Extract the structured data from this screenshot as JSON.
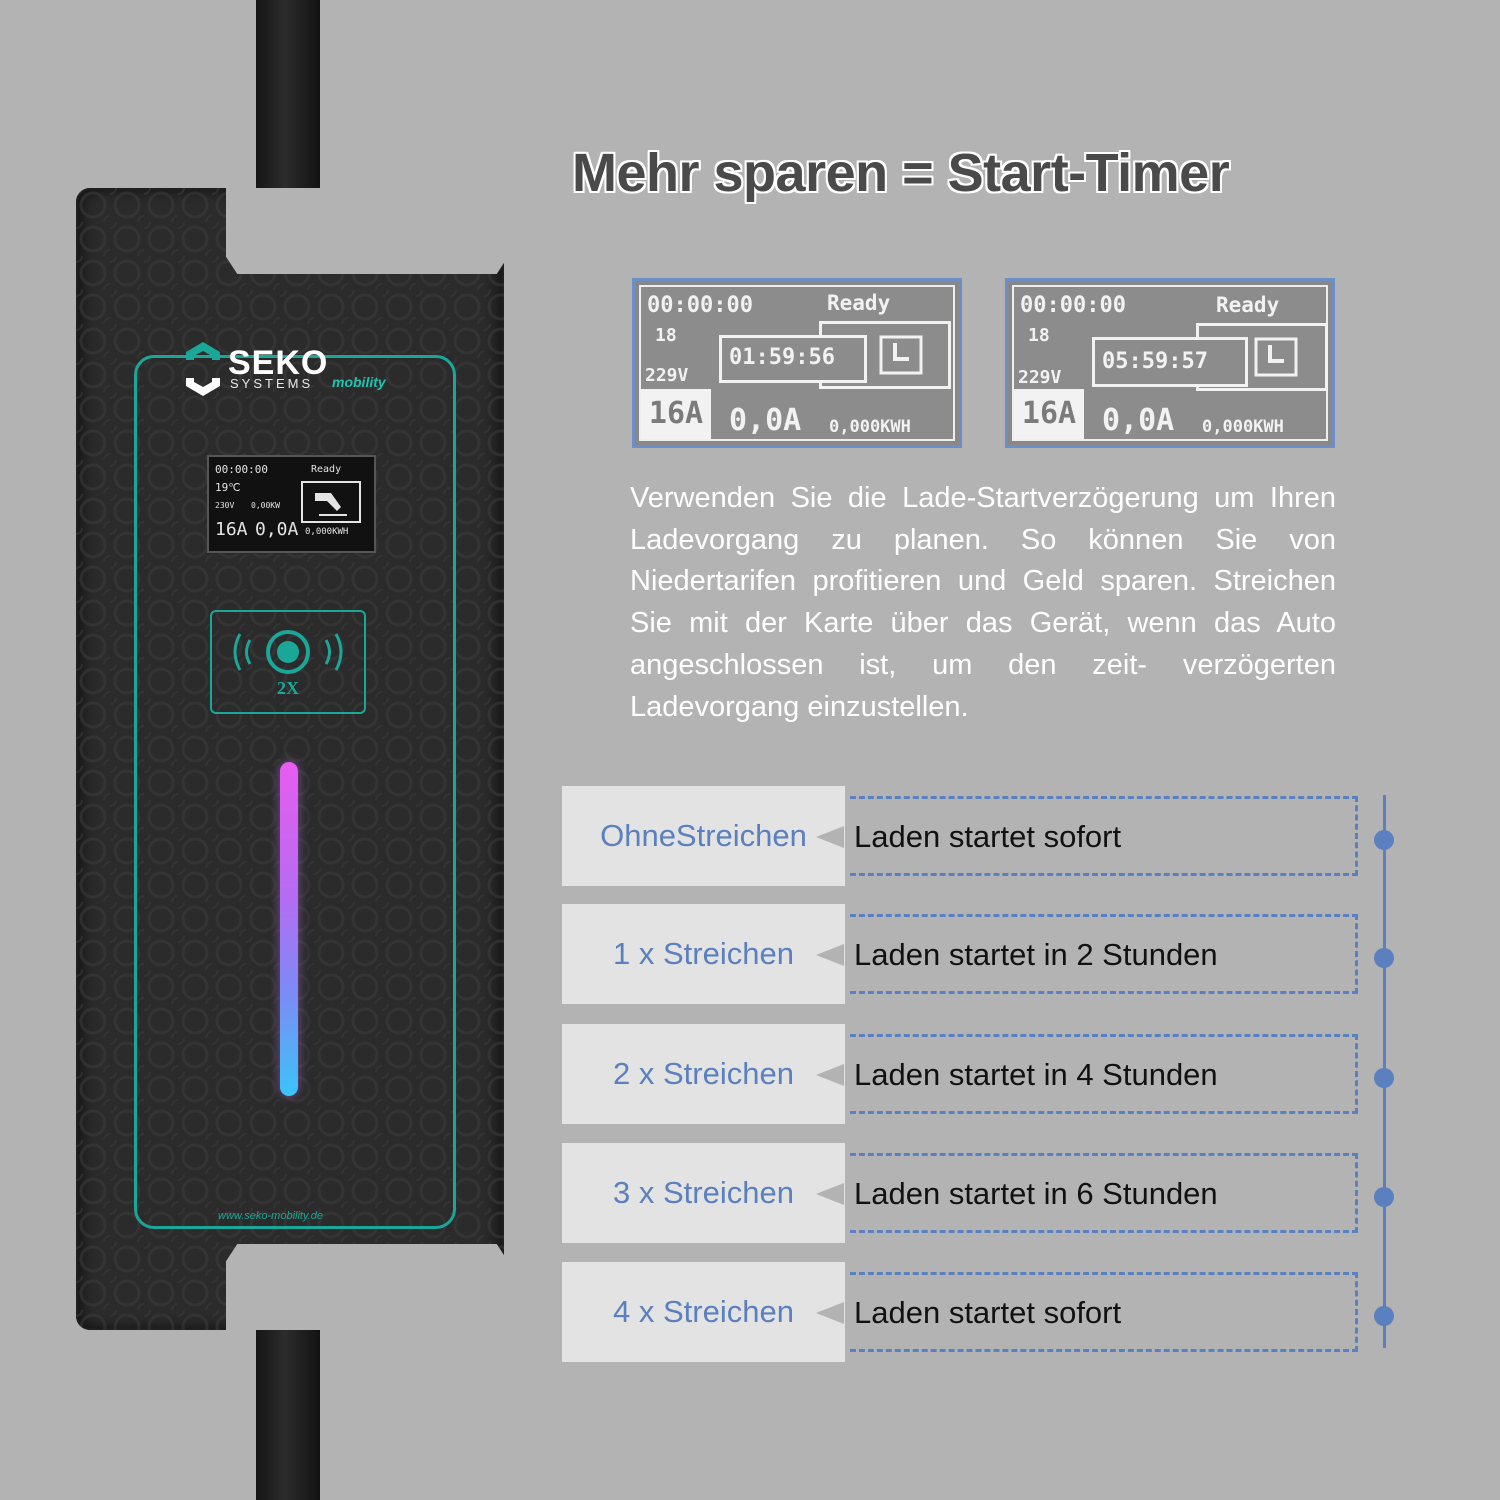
{
  "headline": "Mehr sparen = Start-Timer",
  "brand": {
    "name": "SEKO",
    "sub": "SYSTEMS",
    "suffix": "mobility",
    "url": "www.seko-mobility.de"
  },
  "device_display": {
    "time": "00:00:00",
    "status": "Ready",
    "temperature": "19℃",
    "voltage": "230V",
    "energy_small": "0,00KW",
    "amps_set": "16A",
    "amps_live": "0,0A",
    "energy": "0,000KWH"
  },
  "rfid_label": "2X",
  "timer_screens": [
    {
      "time": "00:00:00",
      "status": "Ready",
      "temperature": "18",
      "countdown": "01:59:56",
      "voltage": "229V",
      "amps_set": "16A",
      "amps_live": "0,0A",
      "energy": "0,000KWH"
    },
    {
      "time": "00:00:00",
      "status": "Ready",
      "temperature": "18",
      "countdown": "05:59:57",
      "voltage": "229V",
      "amps_set": "16A",
      "amps_live": "0,0A",
      "energy": "0,000KWH"
    }
  ],
  "paragraph": "Verwenden Sie die Lade-Startverzögerung um Ihren Ladevorgang zu planen. So können Sie von Niedertarifen profitieren und Geld sparen. Streichen Sie mit der Karte über das Gerät, wenn das Auto angeschlossen ist, um den zeit- verzögerten Ladevorgang einzustellen.",
  "options": [
    {
      "swipes": "OhneStreichen",
      "result": "Laden startet sofort"
    },
    {
      "swipes": "1 x Streichen",
      "result": "Laden startet in 2 Stunden"
    },
    {
      "swipes": "2 x Streichen",
      "result": "Laden startet in 4 Stunden"
    },
    {
      "swipes": "3 x Streichen",
      "result": "Laden startet in 6 Stunden"
    },
    {
      "swipes": "4 x Streichen",
      "result": "Laden startet sofort"
    }
  ],
  "colors": {
    "background": "#b3b3b3",
    "accent_teal": "#1aa79a",
    "accent_blue": "#5b80bf",
    "device_body": "#2b2b2b"
  }
}
